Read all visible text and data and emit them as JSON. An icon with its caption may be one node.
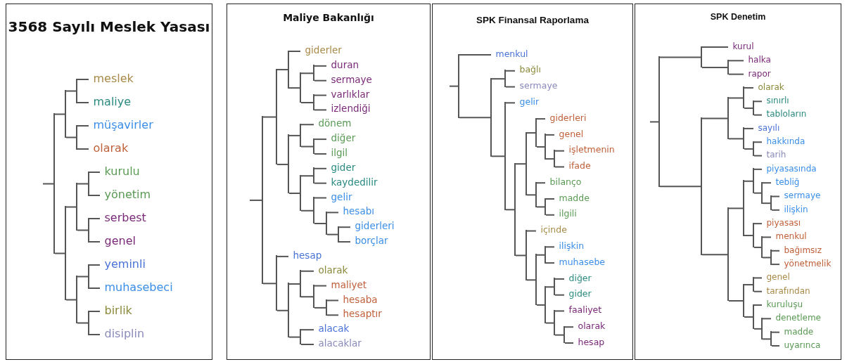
{
  "diagram": {
    "nodes": [
      {
        "text": [
          "3568 Sayılı Meslek Yasası"
        ]
      },
      {
        "text": [],
        "shape": "bar",
        "in": 0
      },
      {
        "text": [],
        "shape": "bar",
        "in": 0
      },
      {
        "text": [],
        "shape": "bar",
        "in": 0
      },
      {
        "text": [
          "meslek"
        ],
        "in": 0
      },
      {
        "text": [
          "maliye"
        ],
        "in": 0
      },
      {
        "text": [],
        "shape": "bar",
        "in": 0
      },
      {
        "text": [
          "müşavirler"
        ],
        "in": 0
      },
      {
        "text": [
          "olarak"
        ],
        "in": 0
      },
      {
        "text": [],
        "shape": "bar",
        "in": 0
      },
      {
        "text": [],
        "shape": "bar",
        "in": 0
      },
      {
        "text": [],
        "shape": "bar",
        "in": 0
      },
      {
        "text": [
          "kurulu"
        ],
        "in": 0
      },
      {
        "text": [
          "yönetim"
        ],
        "in": 0
      },
      {
        "text": [],
        "shape": "bar",
        "in": 0
      },
      {
        "text": [
          "serbest"
        ],
        "in": 0
      },
      {
        "text": [
          "genel"
        ],
        "in": 0
      },
      {
        "text": [],
        "shape": "bar",
        "in": 0
      },
      {
        "text": [],
        "shape": "bar",
        "in": 0
      },
      {
        "text": [
          "yeminli"
        ],
        "in": 0
      },
      {
        "text": [
          "muhasebeci"
        ],
        "in": 0
      },
      {
        "text": [],
        "shape": "bar",
        "in": 0
      },
      {
        "text": [
          "birlik"
        ],
        "in": 0
      },
      {
        "text": [
          "disiplin"
        ],
        "in": 0
      },
      {
        "text": [
          "Maliye Bakanlığı"
        ]
      },
      {
        "text": [],
        "shape": "bar",
        "in": 24
      },
      {
        "text": [],
        "shape": "bar",
        "in": 24
      },
      {
        "text": [],
        "shape": "bar",
        "in": 24
      },
      {
        "text": [
          "giderler"
        ],
        "in": 24
      },
      {
        "text": [],
        "shape": "bar",
        "in": 24
      },
      {
        "text": [],
        "shape": "bar",
        "in": 24
      },
      {
        "text": [
          "duran"
        ],
        "in": 24
      },
      {
        "text": [
          "sermaye"
        ],
        "in": 24
      },
      {
        "text": [],
        "shape": "bar",
        "in": 24
      },
      {
        "text": [
          "varlıklar"
        ],
        "in": 24
      },
      {
        "text": [
          "izlendiği"
        ],
        "in": 24
      },
      {
        "text": [],
        "shape": "bar",
        "in": 24
      },
      {
        "text": [],
        "shape": "bar",
        "in": 24
      },
      {
        "text": [
          "dönem"
        ],
        "in": 24
      },
      {
        "text": [],
        "shape": "bar",
        "in": 24
      },
      {
        "text": [
          "diğer"
        ],
        "in": 24
      },
      {
        "text": [
          "ilgil"
        ],
        "in": 24
      },
      {
        "text": [],
        "shape": "bar",
        "in": 24
      },
      {
        "text": [],
        "shape": "bar",
        "in": 24
      },
      {
        "text": [
          "gider"
        ],
        "in": 24
      },
      {
        "text": [
          "kaydedilir"
        ],
        "in": 24
      },
      {
        "text": [],
        "shape": "bar",
        "in": 24
      },
      {
        "text": [
          "gelir"
        ],
        "in": 24
      },
      {
        "text": [],
        "shape": "bar",
        "in": 24
      },
      {
        "text": [
          "hesabı"
        ],
        "in": 24
      },
      {
        "text": [],
        "shape": "bar",
        "in": 24
      },
      {
        "text": [
          "giderleri"
        ],
        "in": 24
      },
      {
        "text": [
          "borçlar"
        ],
        "in": 24
      },
      {
        "text": [],
        "shape": "bar",
        "in": 24
      },
      {
        "text": [
          "hesap"
        ],
        "in": 24
      },
      {
        "text": [],
        "shape": "bar",
        "in": 24
      },
      {
        "text": [],
        "shape": "bar",
        "in": 24
      },
      {
        "text": [
          "olarak"
        ],
        "in": 24
      },
      {
        "text": [],
        "shape": "bar",
        "in": 24
      },
      {
        "text": [
          "maliyet"
        ],
        "in": 24
      },
      {
        "text": [],
        "shape": "bar",
        "in": 24
      },
      {
        "text": [
          "hesaba"
        ],
        "in": 24
      },
      {
        "text": [
          "hesaptır"
        ],
        "in": 24
      },
      {
        "text": [],
        "shape": "bar",
        "in": 24
      },
      {
        "text": [
          "alacak"
        ],
        "in": 24
      },
      {
        "text": [
          "alacaklar"
        ],
        "in": 24
      },
      {
        "text": [
          "SPK Finansal Raporlama"
        ]
      },
      {
        "text": [],
        "shape": "bar",
        "in": 66
      },
      {
        "text": [
          "menkul"
        ],
        "in": 66
      },
      {
        "text": [],
        "shape": "bar",
        "in": 66
      },
      {
        "text": [],
        "shape": "bar",
        "in": 66
      },
      {
        "text": [
          "bağlı"
        ],
        "in": 66
      },
      {
        "text": [
          "sermaye"
        ],
        "in": 66
      },
      {
        "text": [],
        "shape": "bar",
        "in": 66
      },
      {
        "text": [
          "gelir"
        ],
        "in": 66
      },
      {
        "text": [],
        "shape": "bar",
        "in": 66
      },
      {
        "text": [],
        "shape": "bar",
        "in": 66
      },
      {
        "text": [],
        "shape": "bar",
        "in": 66
      },
      {
        "text": [
          "giderleri"
        ],
        "in": 66
      },
      {
        "text": [],
        "shape": "bar",
        "in": 66
      },
      {
        "text": [
          "genel"
        ],
        "in": 66
      },
      {
        "text": [],
        "shape": "bar",
        "in": 66
      },
      {
        "text": [
          "işletmenin"
        ],
        "in": 66
      },
      {
        "text": [
          "ifade"
        ],
        "in": 66
      },
      {
        "text": [],
        "shape": "bar",
        "in": 66
      },
      {
        "text": [
          "bilanço"
        ],
        "in": 66
      },
      {
        "text": [],
        "shape": "bar",
        "in": 66
      },
      {
        "text": [
          "madde"
        ],
        "in": 66
      },
      {
        "text": [
          "ilgili"
        ],
        "in": 66
      },
      {
        "text": [],
        "shape": "bar",
        "in": 66
      },
      {
        "text": [
          "içinde"
        ],
        "in": 66
      },
      {
        "text": [],
        "shape": "bar",
        "in": 66
      },
      {
        "text": [],
        "shape": "bar",
        "in": 66
      },
      {
        "text": [
          "ilişkin"
        ],
        "in": 66
      },
      {
        "text": [
          "muhasebe"
        ],
        "in": 66
      },
      {
        "text": [],
        "shape": "bar",
        "in": 66
      },
      {
        "text": [],
        "shape": "bar",
        "in": 66
      },
      {
        "text": [
          "diğer"
        ],
        "in": 66
      },
      {
        "text": [
          "gider"
        ],
        "in": 66
      },
      {
        "text": [],
        "shape": "bar",
        "in": 66
      },
      {
        "text": [
          "faaliyet"
        ],
        "in": 66
      },
      {
        "text": [],
        "shape": "bar",
        "in": 66
      },
      {
        "text": [
          "olarak"
        ],
        "in": 66
      },
      {
        "text": [
          "hesap"
        ],
        "in": 66
      },
      {
        "text": [
          "SPK Denetim"
        ]
      },
      {
        "text": [],
        "shape": "bar",
        "in": 104
      },
      {
        "text": [],
        "shape": "bar",
        "in": 104
      },
      {
        "text": [
          "kurul"
        ],
        "in": 104
      },
      {
        "text": [],
        "shape": "bar",
        "in": 104
      },
      {
        "text": [
          "halka"
        ],
        "in": 104
      },
      {
        "text": [
          "rapor"
        ],
        "in": 104
      },
      {
        "text": [],
        "shape": "bar",
        "in": 104
      },
      {
        "text": [],
        "shape": "bar",
        "in": 104
      },
      {
        "text": [],
        "shape": "bar",
        "in": 104
      },
      {
        "text": [
          "olarak"
        ],
        "in": 104
      },
      {
        "text": [],
        "shape": "bar",
        "in": 104
      },
      {
        "text": [
          "sınırlı"
        ],
        "in": 104
      },
      {
        "text": [
          "tabloların"
        ],
        "in": 104
      },
      {
        "text": [],
        "shape": "bar",
        "in": 104
      },
      {
        "text": [
          "sayılı"
        ],
        "in": 104
      },
      {
        "text": [],
        "shape": "bar",
        "in": 104
      },
      {
        "text": [
          "hakkında"
        ],
        "in": 104
      },
      {
        "text": [
          "tarih"
        ],
        "in": 104
      },
      {
        "text": [],
        "shape": "bar",
        "in": 104
      },
      {
        "text": [],
        "shape": "bar",
        "in": 104
      },
      {
        "text": [],
        "shape": "bar",
        "in": 104
      },
      {
        "text": [
          "piyasasında"
        ],
        "in": 104
      },
      {
        "text": [],
        "shape": "bar",
        "in": 104
      },
      {
        "text": [
          "tebliğ"
        ],
        "in": 104
      },
      {
        "text": [],
        "shape": "bar",
        "in": 104
      },
      {
        "text": [
          "sermaye"
        ],
        "in": 104
      },
      {
        "text": [
          "ilişkin"
        ],
        "in": 104
      },
      {
        "text": [],
        "shape": "bar",
        "in": 104
      },
      {
        "text": [
          "piyasası"
        ],
        "in": 104
      },
      {
        "text": [],
        "shape": "bar",
        "in": 104
      },
      {
        "text": [
          "menkul"
        ],
        "in": 104
      },
      {
        "text": [],
        "shape": "bar",
        "in": 104
      },
      {
        "text": [
          "bağımsız"
        ],
        "in": 104
      },
      {
        "text": [
          "yönetmelik"
        ],
        "in": 104
      },
      {
        "text": [],
        "shape": "bar",
        "in": 104
      },
      {
        "text": [],
        "shape": "bar",
        "in": 104
      },
      {
        "text": [
          "genel"
        ],
        "in": 104
      },
      {
        "text": [
          "tarafından"
        ],
        "in": 104
      },
      {
        "text": [],
        "shape": "bar",
        "in": 104
      },
      {
        "text": [
          "kuruluşu"
        ],
        "in": 104
      },
      {
        "text": [],
        "shape": "bar",
        "in": 104
      },
      {
        "text": [
          "denetleme"
        ],
        "in": 104
      },
      {
        "text": [],
        "shape": "bar",
        "in": 104
      },
      {
        "text": [
          "madde"
        ],
        "in": 104
      },
      {
        "text": [
          "uyarınca"
        ],
        "in": 104
      }
    ],
    "edges": [
      {
        "from": null,
        "to": 1,
        "arrow": "none"
      },
      {
        "from": 1,
        "to": 2,
        "arrow": "none"
      },
      {
        "from": 1,
        "to": 9,
        "arrow": "none"
      },
      {
        "from": 2,
        "to": 3,
        "arrow": "none"
      },
      {
        "from": 2,
        "to": 6,
        "arrow": "none"
      },
      {
        "from": 3,
        "to": 4,
        "arrow": "none"
      },
      {
        "from": 3,
        "to": 5,
        "arrow": "none"
      },
      {
        "from": 6,
        "to": 7,
        "arrow": "none"
      },
      {
        "from": 6,
        "to": 8,
        "arrow": "none"
      },
      {
        "from": 9,
        "to": 10,
        "arrow": "none"
      },
      {
        "from": 9,
        "to": 17,
        "arrow": "none"
      },
      {
        "from": 10,
        "to": 11,
        "arrow": "none"
      },
      {
        "from": 10,
        "to": 14,
        "arrow": "none"
      },
      {
        "from": 11,
        "to": 12,
        "arrow": "none"
      },
      {
        "from": 11,
        "to": 13,
        "arrow": "none"
      },
      {
        "from": 14,
        "to": 15,
        "arrow": "none"
      },
      {
        "from": 14,
        "to": 16,
        "arrow": "none"
      },
      {
        "from": 17,
        "to": 18,
        "arrow": "none"
      },
      {
        "from": 17,
        "to": 21,
        "arrow": "none"
      },
      {
        "from": 18,
        "to": 19,
        "arrow": "none"
      },
      {
        "from": 18,
        "to": 20,
        "arrow": "none"
      },
      {
        "from": 21,
        "to": 22,
        "arrow": "none"
      },
      {
        "from": 21,
        "to": 23,
        "arrow": "none"
      },
      {
        "from": null,
        "to": 25,
        "arrow": "none"
      },
      {
        "from": 25,
        "to": 26,
        "arrow": "none"
      },
      {
        "from": 25,
        "to": 53,
        "arrow": "none"
      },
      {
        "from": 26,
        "to": 27,
        "arrow": "none"
      },
      {
        "from": 26,
        "to": 36,
        "arrow": "none"
      },
      {
        "from": 27,
        "to": 28,
        "arrow": "none"
      },
      {
        "from": 27,
        "to": 29,
        "arrow": "none"
      },
      {
        "from": 29,
        "to": 30,
        "arrow": "none"
      },
      {
        "from": 29,
        "to": 33,
        "arrow": "none"
      },
      {
        "from": 30,
        "to": 31,
        "arrow": "none"
      },
      {
        "from": 30,
        "to": 32,
        "arrow": "none"
      },
      {
        "from": 33,
        "to": 34,
        "arrow": "none"
      },
      {
        "from": 33,
        "to": 35,
        "arrow": "none"
      },
      {
        "from": 36,
        "to": 37,
        "arrow": "none"
      },
      {
        "from": 36,
        "to": 42,
        "arrow": "none"
      },
      {
        "from": 37,
        "to": 38,
        "arrow": "none"
      },
      {
        "from": 37,
        "to": 39,
        "arrow": "none"
      },
      {
        "from": 39,
        "to": 40,
        "arrow": "none"
      },
      {
        "from": 39,
        "to": 41,
        "arrow": "none"
      },
      {
        "from": 42,
        "to": 43,
        "arrow": "none"
      },
      {
        "from": 42,
        "to": 46,
        "arrow": "none"
      },
      {
        "from": 43,
        "to": 44,
        "arrow": "none"
      },
      {
        "from": 43,
        "to": 45,
        "arrow": "none"
      },
      {
        "from": 46,
        "to": 47,
        "arrow": "none"
      },
      {
        "from": 46,
        "to": 48,
        "arrow": "none"
      },
      {
        "from": 48,
        "to": 49,
        "arrow": "none"
      },
      {
        "from": 48,
        "to": 50,
        "arrow": "none"
      },
      {
        "from": 50,
        "to": 51,
        "arrow": "none"
      },
      {
        "from": 50,
        "to": 52,
        "arrow": "none"
      },
      {
        "from": 53,
        "to": 54,
        "arrow": "none"
      },
      {
        "from": 53,
        "to": 55,
        "arrow": "none"
      },
      {
        "from": 55,
        "to": 56,
        "arrow": "none"
      },
      {
        "from": 55,
        "to": 63,
        "arrow": "none"
      },
      {
        "from": 56,
        "to": 57,
        "arrow": "none"
      },
      {
        "from": 56,
        "to": 58,
        "arrow": "none"
      },
      {
        "from": 58,
        "to": 59,
        "arrow": "none"
      },
      {
        "from": 58,
        "to": 60,
        "arrow": "none"
      },
      {
        "from": 60,
        "to": 61,
        "arrow": "none"
      },
      {
        "from": 60,
        "to": 62,
        "arrow": "none"
      },
      {
        "from": 63,
        "to": 64,
        "arrow": "none"
      },
      {
        "from": 63,
        "to": 65,
        "arrow": "none"
      },
      {
        "from": null,
        "to": 67,
        "arrow": "none"
      },
      {
        "from": 67,
        "to": 68,
        "arrow": "none"
      },
      {
        "from": 67,
        "to": 69,
        "arrow": "none"
      },
      {
        "from": 69,
        "to": 70,
        "arrow": "none"
      },
      {
        "from": 69,
        "to": 73,
        "arrow": "none"
      },
      {
        "from": 70,
        "to": 71,
        "arrow": "none"
      },
      {
        "from": 70,
        "to": 72,
        "arrow": "none"
      },
      {
        "from": 73,
        "to": 74,
        "arrow": "none"
      },
      {
        "from": 73,
        "to": 75,
        "arrow": "none"
      },
      {
        "from": 75,
        "to": 76,
        "arrow": "none"
      },
      {
        "from": 75,
        "to": 89,
        "arrow": "none"
      },
      {
        "from": 76,
        "to": 77,
        "arrow": "none"
      },
      {
        "from": 76,
        "to": 84,
        "arrow": "none"
      },
      {
        "from": 77,
        "to": 78,
        "arrow": "none"
      },
      {
        "from": 77,
        "to": 79,
        "arrow": "none"
      },
      {
        "from": 79,
        "to": 80,
        "arrow": "none"
      },
      {
        "from": 79,
        "to": 81,
        "arrow": "none"
      },
      {
        "from": 81,
        "to": 82,
        "arrow": "none"
      },
      {
        "from": 81,
        "to": 83,
        "arrow": "none"
      },
      {
        "from": 84,
        "to": 85,
        "arrow": "none"
      },
      {
        "from": 84,
        "to": 86,
        "arrow": "none"
      },
      {
        "from": 86,
        "to": 87,
        "arrow": "none"
      },
      {
        "from": 86,
        "to": 88,
        "arrow": "none"
      },
      {
        "from": 89,
        "to": 90,
        "arrow": "none"
      },
      {
        "from": 89,
        "to": 91,
        "arrow": "none"
      },
      {
        "from": 91,
        "to": 92,
        "arrow": "none"
      },
      {
        "from": 91,
        "to": 95,
        "arrow": "none"
      },
      {
        "from": 92,
        "to": 93,
        "arrow": "none"
      },
      {
        "from": 92,
        "to": 94,
        "arrow": "none"
      },
      {
        "from": 95,
        "to": 96,
        "arrow": "none"
      },
      {
        "from": 95,
        "to": 99,
        "arrow": "none"
      },
      {
        "from": 96,
        "to": 97,
        "arrow": "none"
      },
      {
        "from": 96,
        "to": 98,
        "arrow": "none"
      },
      {
        "from": 99,
        "to": 100,
        "arrow": "none"
      },
      {
        "from": 99,
        "to": 101,
        "arrow": "none"
      },
      {
        "from": 101,
        "to": 102,
        "arrow": "none"
      },
      {
        "from": 101,
        "to": 103,
        "arrow": "none"
      },
      {
        "from": null,
        "to": 105,
        "arrow": "none"
      },
      {
        "from": 105,
        "to": 106,
        "arrow": "none"
      },
      {
        "from": 105,
        "to": 111,
        "arrow": "none"
      },
      {
        "from": 106,
        "to": 107,
        "arrow": "none"
      },
      {
        "from": 106,
        "to": 108,
        "arrow": "none"
      },
      {
        "from": 108,
        "to": 109,
        "arrow": "none"
      },
      {
        "from": 108,
        "to": 110,
        "arrow": "none"
      },
      {
        "from": 111,
        "to": 112,
        "arrow": "none"
      },
      {
        "from": 111,
        "to": 123,
        "arrow": "none"
      },
      {
        "from": 112,
        "to": 113,
        "arrow": "none"
      },
      {
        "from": 112,
        "to": 118,
        "arrow": "none"
      },
      {
        "from": 113,
        "to": 114,
        "arrow": "none"
      },
      {
        "from": 113,
        "to": 115,
        "arrow": "none"
      },
      {
        "from": 115,
        "to": 116,
        "arrow": "none"
      },
      {
        "from": 115,
        "to": 117,
        "arrow": "none"
      },
      {
        "from": 118,
        "to": 119,
        "arrow": "none"
      },
      {
        "from": 118,
        "to": 120,
        "arrow": "none"
      },
      {
        "from": 120,
        "to": 121,
        "arrow": "none"
      },
      {
        "from": 120,
        "to": 122,
        "arrow": "none"
      },
      {
        "from": 123,
        "to": 124,
        "arrow": "none"
      },
      {
        "from": 123,
        "to": 139,
        "arrow": "none"
      },
      {
        "from": 124,
        "to": 125,
        "arrow": "none"
      },
      {
        "from": 124,
        "to": 132,
        "arrow": "none"
      },
      {
        "from": 125,
        "to": 126,
        "arrow": "none"
      },
      {
        "from": 125,
        "to": 127,
        "arrow": "none"
      },
      {
        "from": 127,
        "to": 128,
        "arrow": "none"
      },
      {
        "from": 127,
        "to": 129,
        "arrow": "none"
      },
      {
        "from": 129,
        "to": 130,
        "arrow": "none"
      },
      {
        "from": 129,
        "to": 131,
        "arrow": "none"
      },
      {
        "from": 132,
        "to": 133,
        "arrow": "none"
      },
      {
        "from": 132,
        "to": 134,
        "arrow": "none"
      },
      {
        "from": 134,
        "to": 135,
        "arrow": "none"
      },
      {
        "from": 134,
        "to": 136,
        "arrow": "none"
      },
      {
        "from": 136,
        "to": 137,
        "arrow": "none"
      },
      {
        "from": 136,
        "to": 138,
        "arrow": "none"
      },
      {
        "from": 139,
        "to": 140,
        "arrow": "none"
      },
      {
        "from": 139,
        "to": 143,
        "arrow": "none"
      },
      {
        "from": 140,
        "to": 141,
        "arrow": "none"
      },
      {
        "from": 140,
        "to": 142,
        "arrow": "none"
      },
      {
        "from": 143,
        "to": 144,
        "arrow": "none"
      },
      {
        "from": 143,
        "to": 145,
        "arrow": "none"
      },
      {
        "from": 145,
        "to": 146,
        "arrow": "none"
      },
      {
        "from": 145,
        "to": 147,
        "arrow": "none"
      },
      {
        "from": 147,
        "to": 148,
        "arrow": "none"
      },
      {
        "from": 147,
        "to": 149,
        "arrow": "none"
      }
    ]
  }
}
